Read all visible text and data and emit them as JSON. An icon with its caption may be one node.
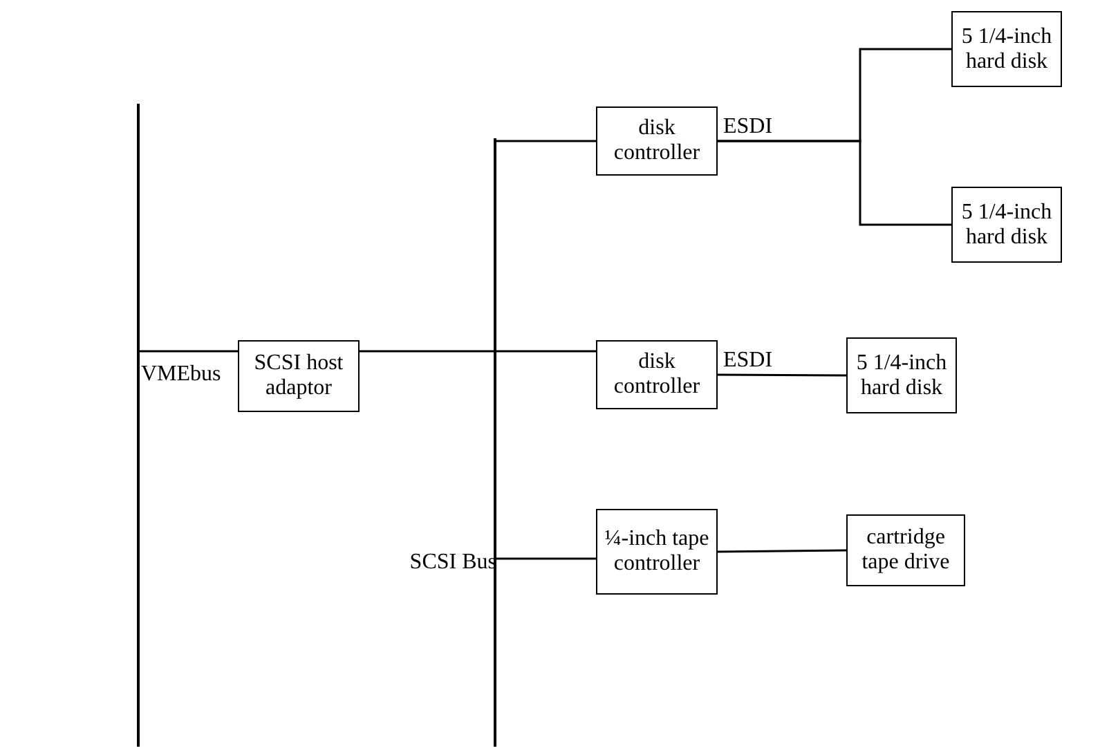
{
  "diagram": {
    "nodes": [
      {
        "text": [],
        "shape": "bar",
        "beside": [
          "VMEbus"
        ]
      },
      {
        "text": [
          "SCSI host adaptor"
        ]
      },
      {
        "text": [],
        "shape": "bar",
        "beside": [
          "SCSI Bus"
        ]
      },
      {
        "text": [
          "disk controller"
        ]
      },
      {
        "text": [
          "5 1/4-inch hard disk"
        ]
      },
      {
        "text": [
          "5 1/4-inch hard disk"
        ]
      },
      {
        "text": [
          "disk controller"
        ]
      },
      {
        "text": [
          "5 1/4-inch hard disk"
        ]
      },
      {
        "text": [
          "¼-inch tape controller"
        ]
      },
      {
        "text": [
          "cartridge tape drive"
        ]
      }
    ],
    "edges": [
      {
        "from": 0,
        "to": 1,
        "arrow": "none"
      },
      {
        "from": 1,
        "to": 2,
        "arrow": "none"
      },
      {
        "from": 2,
        "to": 3,
        "arrow": "none"
      },
      {
        "from": 3,
        "to": 4,
        "arrow": "none",
        "label": "ESDI"
      },
      {
        "from": 3,
        "to": 5,
        "arrow": "none"
      },
      {
        "from": 2,
        "to": 6,
        "arrow": "none"
      },
      {
        "from": 6,
        "to": 7,
        "arrow": "none",
        "label": "ESDI"
      },
      {
        "from": 2,
        "to": 8,
        "arrow": "none"
      },
      {
        "from": 8,
        "to": 9,
        "arrow": "none"
      }
    ]
  }
}
